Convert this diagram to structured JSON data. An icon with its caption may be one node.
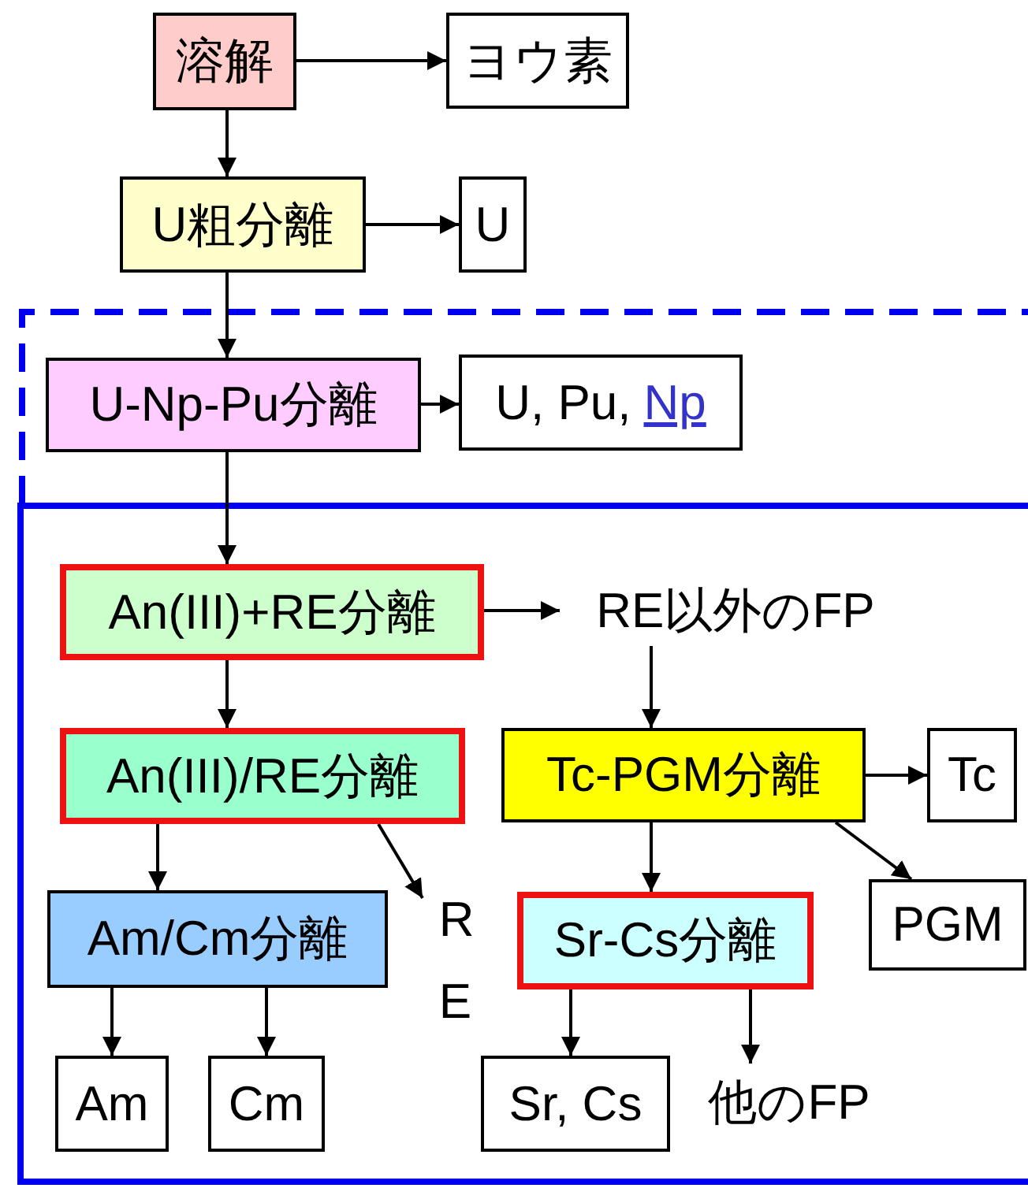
{
  "diagram": {
    "nodes": [
      {
        "text": [
          "溶解"
        ]
      },
      {
        "text": [
          "ヨウ素"
        ]
      },
      {
        "text": [
          "U粗分離"
        ]
      },
      {
        "text": [
          "U"
        ]
      },
      {
        "text": [
          "U-Np-Pu分離"
        ]
      },
      {
        "text": [
          "U, Pu,",
          "Np"
        ]
      },
      {
        "text": [
          "An(III)+RE分離"
        ]
      },
      {
        "text": [
          "RE以外のFP"
        ]
      },
      {
        "text": [
          "An(III)/RE分離"
        ]
      },
      {
        "text": [
          "Tc-PGM分離"
        ]
      },
      {
        "text": [
          "Tc"
        ]
      },
      {
        "text": [
          "Am/Cm分離"
        ]
      },
      {
        "text": [
          "RE"
        ]
      },
      {
        "text": [
          "Sr-Cs分離"
        ]
      },
      {
        "text": [
          "PGM"
        ]
      },
      {
        "text": [
          "Am"
        ]
      },
      {
        "text": [
          "Cm"
        ]
      },
      {
        "text": [
          "Sr, Cs"
        ]
      },
      {
        "text": [
          "他のFP"
        ]
      }
    ],
    "edges": [
      {
        "from": 0,
        "to": 1,
        "arrow": "to"
      },
      {
        "from": 0,
        "to": 2,
        "arrow": "to"
      },
      {
        "from": 2,
        "to": 3,
        "arrow": "to"
      },
      {
        "from": 2,
        "to": 4,
        "arrow": "to"
      },
      {
        "from": 4,
        "to": 5,
        "arrow": "to"
      },
      {
        "from": 4,
        "to": 6,
        "arrow": "to"
      },
      {
        "from": 6,
        "to": 7,
        "arrow": "to"
      },
      {
        "from": 6,
        "to": 8,
        "arrow": "to"
      },
      {
        "from": 7,
        "to": 9,
        "arrow": "to"
      },
      {
        "from": 8,
        "to": 11,
        "arrow": "to"
      },
      {
        "from": 8,
        "to": 12,
        "arrow": "to"
      },
      {
        "from": 9,
        "to": 10,
        "arrow": "to"
      },
      {
        "from": 9,
        "to": 13,
        "arrow": "to"
      },
      {
        "from": 9,
        "to": 14,
        "arrow": "to"
      },
      {
        "from": 11,
        "to": 15,
        "arrow": "to"
      },
      {
        "from": 11,
        "to": 16,
        "arrow": "to"
      },
      {
        "from": 13,
        "to": 17,
        "arrow": "to"
      },
      {
        "from": 13,
        "to": 18,
        "arrow": "to"
      }
    ]
  }
}
